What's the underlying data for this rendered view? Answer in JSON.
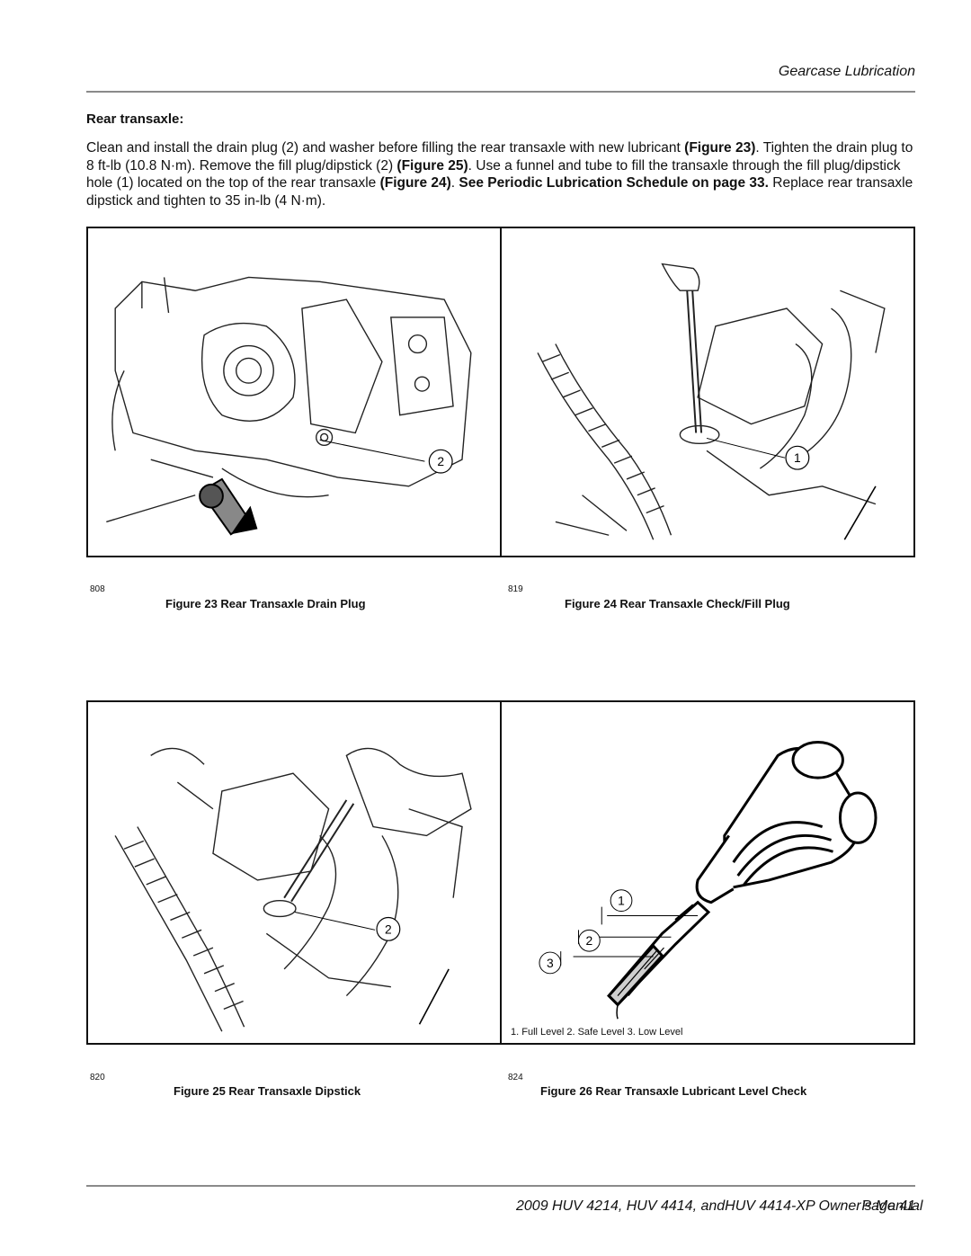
{
  "header": {
    "section_title": "Gearcase Lubrication"
  },
  "section": {
    "heading": "Rear transaxle:",
    "paragraph": [
      {
        "t": "Clean and install the drain plug (2) and washer before filling the rear transaxle with new lubricant ",
        "b": false
      },
      {
        "t": "(Figure 23)",
        "b": true
      },
      {
        "t": ". Tighten the drain plug to 8 ft-lb (10.8 N·m). Remove the fill plug/dipstick (2) ",
        "b": false
      },
      {
        "t": "(Figure 25)",
        "b": true
      },
      {
        "t": ". Use a funnel and tube to fill the transaxle through the fill plug/dipstick hole (1) located on the top of the rear transaxle ",
        "b": false
      },
      {
        "t": "(Figure 24)",
        "b": true
      },
      {
        "t": ". ",
        "b": false
      },
      {
        "t": "See Periodic Lubrication Schedule on page 33.",
        "b": true
      },
      {
        "t": " Replace rear transaxle dipstick and tighten to 35 in-lb (4 N·m).",
        "b": false
      }
    ]
  },
  "figures": [
    {
      "id": "fig23",
      "image_number": "808",
      "caption": "Figure 23   Rear Transaxle Drain Plug",
      "callouts": [
        "2"
      ]
    },
    {
      "id": "fig24",
      "image_number": "819",
      "caption": "Figure 24   Rear Transaxle Check/Fill Plug",
      "callouts": [
        "1"
      ]
    },
    {
      "id": "fig25",
      "image_number": "820",
      "caption": "Figure 25   Rear Transaxle Dipstick",
      "callouts": [
        "2"
      ]
    },
    {
      "id": "fig26",
      "image_number": "824",
      "caption": "Figure 26   Rear Transaxle Lubricant Level Check",
      "callouts": [
        "1",
        "2",
        "3"
      ],
      "legend": "1.  Full Level 2.  Safe Level 3.  Low Level"
    }
  ],
  "footer": {
    "manual_title": "2009 HUV 4214, HUV 4414, andHUV 4414-XP Owner’s Manual",
    "page": "Page 41"
  }
}
